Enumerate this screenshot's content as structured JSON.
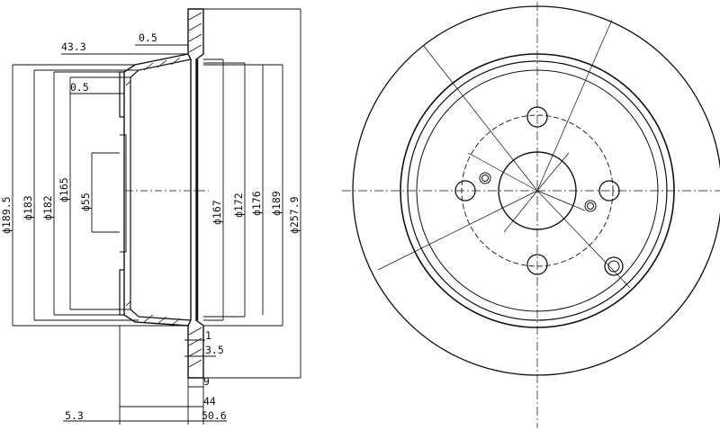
{
  "section_view": {
    "dimensions_vertical": {
      "d189_5": "ϕ189.5",
      "d183": "ϕ183",
      "d182": "ϕ182",
      "d165": "ϕ165",
      "d55": "ϕ55",
      "d167": "ϕ167",
      "d172": "ϕ172",
      "d176": "ϕ176",
      "d189": "ϕ189",
      "d257_9": "ϕ257.9"
    },
    "dimensions_horizontal": {
      "offset_top": "43.3",
      "gap_top": "0.5",
      "gap_inner": "0.5",
      "rib": "1",
      "thickness": "3.5",
      "disc_width": "9",
      "hat_depth": "44",
      "total_height": "50.6",
      "flange": "5.3"
    }
  },
  "front_view": {
    "bolt_holes": 4,
    "pin_holes": 2,
    "thread_holes": 1
  }
}
